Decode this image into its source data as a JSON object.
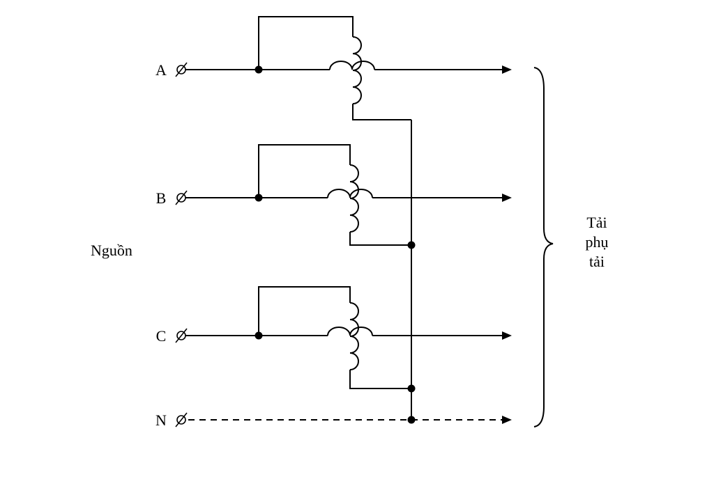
{
  "source": {
    "label": "Nguồn"
  },
  "load": {
    "lines": [
      "Tải",
      "phụ",
      "tải"
    ]
  },
  "terminals": [
    {
      "id": "A",
      "label": "A"
    },
    {
      "id": "B",
      "label": "B"
    },
    {
      "id": "C",
      "label": "C"
    },
    {
      "id": "N",
      "label": "N"
    }
  ],
  "colors": {
    "line": "#000000",
    "background": "#ffffff"
  }
}
